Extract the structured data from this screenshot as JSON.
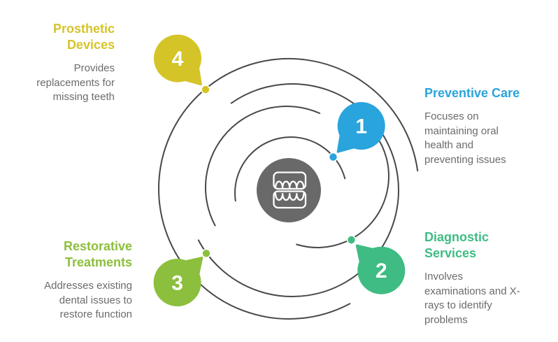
{
  "title": "Dental services spiral infographic",
  "items": [
    {
      "number": "1",
      "title": "Preventive Care",
      "description": "Focuses on maintaining oral health and preventing issues",
      "color": "#29a4dc"
    },
    {
      "number": "2",
      "title": "Diagnostic Services",
      "description": "Involves examinations and X-rays to identify problems",
      "color": "#3ebc83"
    },
    {
      "number": "3",
      "title": "Restorative Treatments",
      "description": "Addresses existing dental issues to restore function",
      "color": "#8cbf3d"
    },
    {
      "number": "4",
      "title": "Prosthetic Devices",
      "description": "Provides replacements for missing teeth",
      "color": "#d5c428"
    }
  ],
  "center_icon": "teeth-denture-icon",
  "colors": {
    "spiral_line": "#48484c",
    "center_circle": "#696969",
    "body_text": "#6b6b6b",
    "number_text": "#ffffff",
    "background": "#ffffff"
  }
}
